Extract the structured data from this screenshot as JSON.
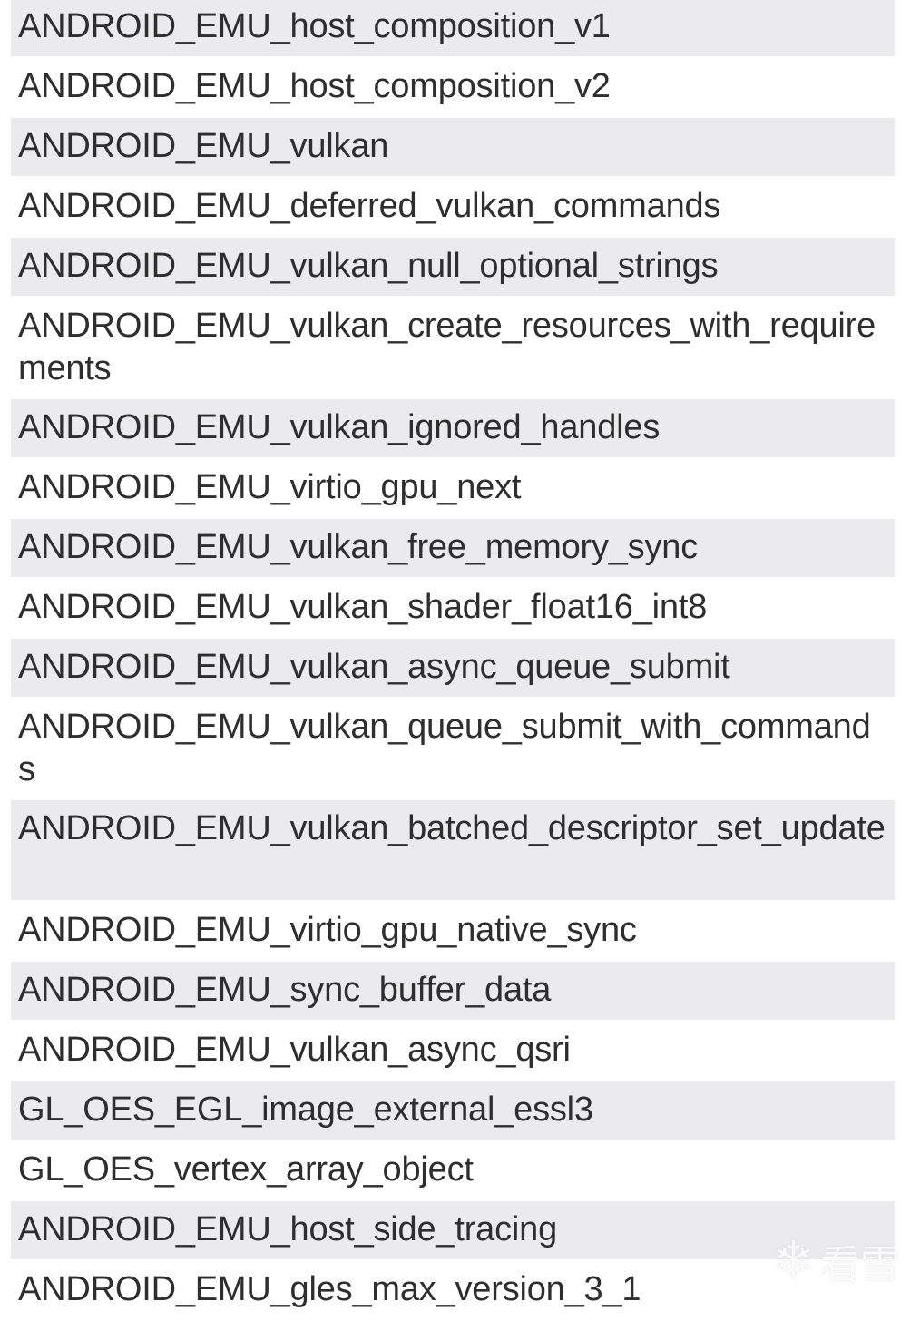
{
  "extensions": [
    {
      "name": "ANDROID_EMU_host_composition_v1",
      "lines": 1
    },
    {
      "name": "ANDROID_EMU_host_composition_v2",
      "lines": 1
    },
    {
      "name": "ANDROID_EMU_vulkan",
      "lines": 1
    },
    {
      "name": "ANDROID_EMU_deferred_vulkan_commands",
      "lines": 1
    },
    {
      "name": "ANDROID_EMU_vulkan_null_optional_strings",
      "lines": 1
    },
    {
      "name": "ANDROID_EMU_vulkan_create_resources_with_requirements",
      "lines": 2
    },
    {
      "name": "ANDROID_EMU_vulkan_ignored_handles",
      "lines": 1
    },
    {
      "name": "ANDROID_EMU_virtio_gpu_next",
      "lines": 1
    },
    {
      "name": "ANDROID_EMU_vulkan_free_memory_sync",
      "lines": 1
    },
    {
      "name": "ANDROID_EMU_vulkan_shader_float16_int8",
      "lines": 1
    },
    {
      "name": "ANDROID_EMU_vulkan_async_queue_submit",
      "lines": 1
    },
    {
      "name": "ANDROID_EMU_vulkan_queue_submit_with_commands",
      "lines": 2
    },
    {
      "name": "ANDROID_EMU_vulkan_batched_descriptor_set_update",
      "lines": 2
    },
    {
      "name": "ANDROID_EMU_virtio_gpu_native_sync",
      "lines": 1
    },
    {
      "name": "ANDROID_EMU_sync_buffer_data",
      "lines": 1
    },
    {
      "name": "ANDROID_EMU_vulkan_async_qsri",
      "lines": 1
    },
    {
      "name": "GL_OES_EGL_image_external_essl3",
      "lines": 1
    },
    {
      "name": "GL_OES_vertex_array_object",
      "lines": 1
    },
    {
      "name": "ANDROID_EMU_host_side_tracing",
      "lines": 1
    },
    {
      "name": "ANDROID_EMU_gles_max_version_3_1",
      "lines": 1
    }
  ],
  "watermark": {
    "icon": "snowflake-icon",
    "glyph": "❄",
    "text": "看雪"
  },
  "colors": {
    "shaded_row": "#ebebed",
    "plain_row": "#ffffff",
    "text": "#2e2e2e"
  }
}
